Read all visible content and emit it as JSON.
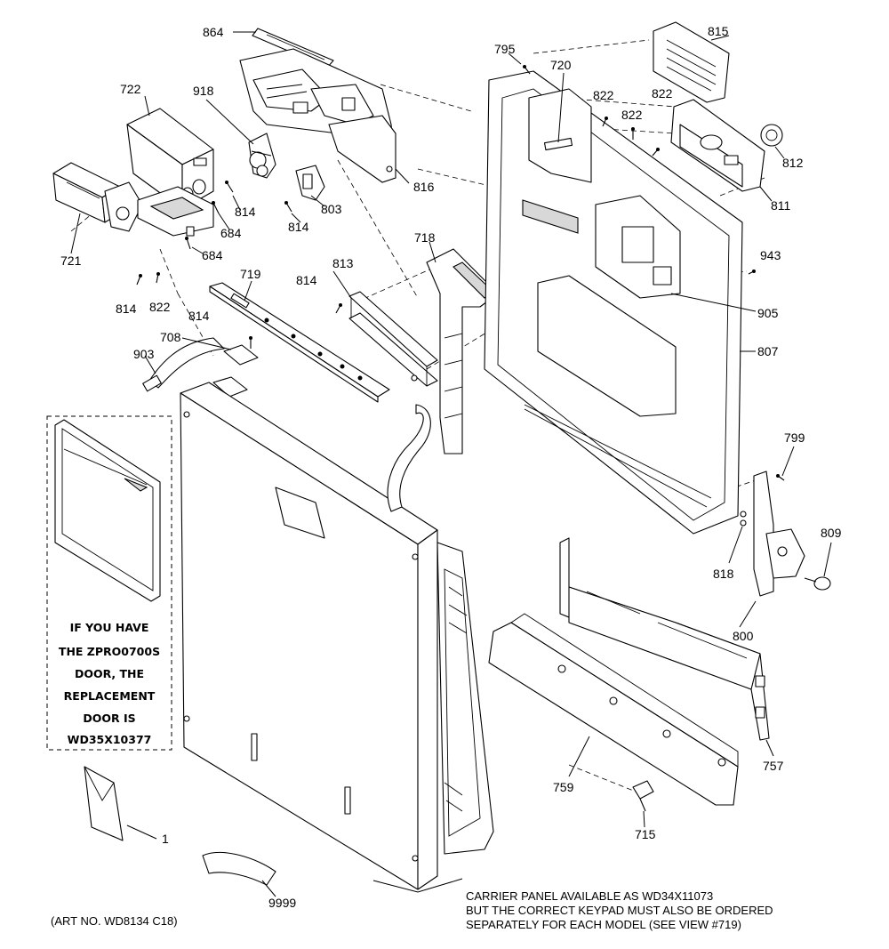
{
  "diagram": {
    "labels": {
      "p864": "864",
      "p722": "722",
      "p918": "918",
      "p816": "816",
      "p721": "721",
      "p814a": "814",
      "p684a": "684",
      "p803": "803",
      "p814b": "814",
      "p684b": "684",
      "p814c": "814",
      "p822a": "822",
      "p719": "719",
      "p814d": "814",
      "p813": "813",
      "p814e": "814",
      "p708": "708",
      "p903": "903",
      "p718": "718",
      "p795": "795",
      "p720": "720",
      "p822b": "822",
      "p822c": "822",
      "p822d": "822",
      "p815": "815",
      "p812": "812",
      "p811": "811",
      "p943": "943",
      "p905": "905",
      "p807": "807",
      "p799": "799",
      "p809": "809",
      "p818": "818",
      "p800": "800",
      "p757": "757",
      "p759": "759",
      "p715": "715",
      "p1": "1",
      "p9999": "9999"
    },
    "door_note": [
      "IF YOU HAVE",
      "THE ZPRO0700S",
      "DOOR, THE",
      "REPLACEMENT",
      "DOOR IS",
      "WD35X10377"
    ],
    "carrier_note": [
      "CARRIER PANEL AVAILABLE AS WD34X11073",
      "BUT THE CORRECT KEYPAD MUST ALSO BE ORDERED",
      "SEPARATELY FOR EACH MODEL (SEE VIEW #719)"
    ],
    "art_number": "(ART NO. WD8134 C18)"
  }
}
